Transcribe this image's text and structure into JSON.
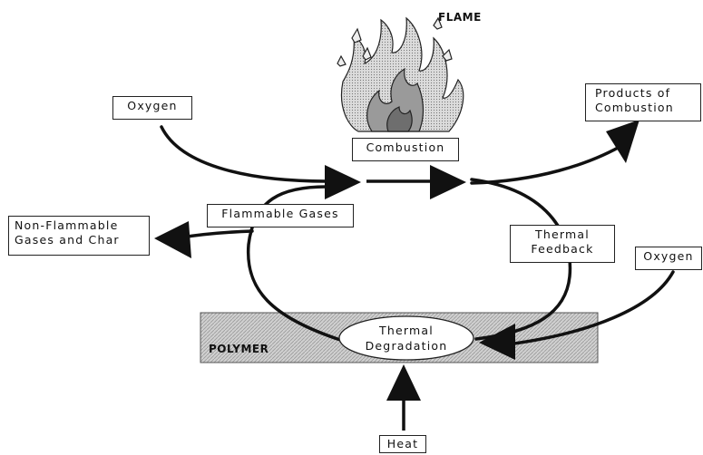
{
  "flame_label": "FLAME",
  "combustion_label": "Combustion",
  "oxygen_left_label": "Oxygen",
  "oxygen_right_label": "Oxygen",
  "products_label_line1": "Products of",
  "products_label_line2": "Combustion",
  "flammable_gases_label": "Flammable Gases",
  "nonflammable_label_line1": "Non-Flammable",
  "nonflammable_label_line2": "Gases and Char",
  "thermal_feedback_line1": "Thermal",
  "thermal_feedback_line2": "Feedback",
  "thermal_degradation_line1": "Thermal",
  "thermal_degradation_line2": "Degradation",
  "polymer_label": "POLYMER",
  "heat_label": "Heat"
}
